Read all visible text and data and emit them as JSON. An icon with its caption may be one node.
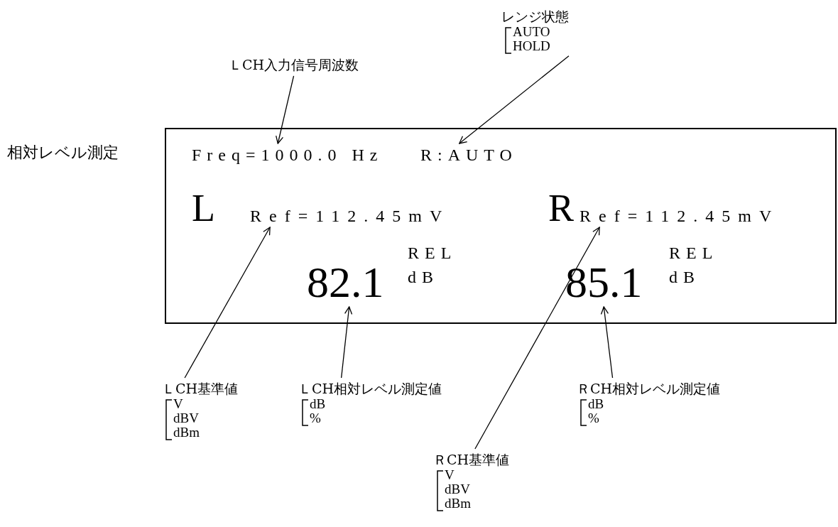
{
  "diagram": {
    "nodes": [
      {
        "text": [],
        "shape": "box",
        "beside": [
          "相対レベル測定"
        ]
      },
      {
        "text": [
          "Freq=1000.0 Hz"
        ],
        "in": 0
      },
      {
        "text": [
          "R:AUTO"
        ],
        "in": 0
      },
      {
        "text": [
          "L"
        ],
        "in": 0
      },
      {
        "text": [
          "Ref=112.45mV"
        ],
        "in": 0
      },
      {
        "text": [
          "R"
        ],
        "in": 0
      },
      {
        "text": [
          "Ref=112.45mV"
        ],
        "in": 0
      },
      {
        "text": [
          "82.1"
        ],
        "in": 0
      },
      {
        "text": [
          "REL",
          "dB"
        ],
        "in": 0
      },
      {
        "text": [
          "85.1"
        ],
        "in": 0
      },
      {
        "text": [
          "REL",
          "dB"
        ],
        "in": 0
      },
      {
        "text": [
          "ＬCH入力信号周波数"
        ]
      },
      {
        "text": [
          "レンジ状態",
          "AUTO",
          "HOLD"
        ]
      },
      {
        "text": [
          "ＬCH基準値",
          "V",
          "dBV",
          "dBm"
        ]
      },
      {
        "text": [
          "ＬCH相対レベル測定値",
          "dB",
          "%"
        ]
      },
      {
        "text": [
          "ＲCH相対レベル測定値",
          "dB",
          "%"
        ]
      },
      {
        "text": [
          "ＲCH基準値",
          "V",
          "dBV",
          "dBm"
        ]
      }
    ],
    "edges": [
      {
        "from": 11,
        "to": 1,
        "arrow": "to"
      },
      {
        "from": 12,
        "to": 2,
        "arrow": "to"
      },
      {
        "from": 13,
        "to": 4,
        "arrow": "to"
      },
      {
        "from": 14,
        "to": 7,
        "arrow": "to"
      },
      {
        "from": 15,
        "to": 9,
        "arrow": "to"
      },
      {
        "from": 16,
        "to": 6,
        "arrow": "to"
      }
    ]
  }
}
